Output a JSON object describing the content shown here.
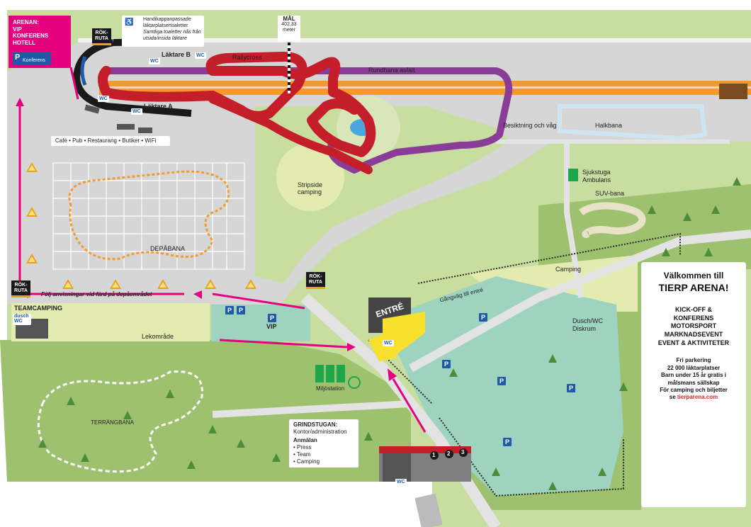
{
  "labels": {
    "arena": [
      "ARENAN:",
      "VIP",
      "KONFERENS",
      "HOTELL"
    ],
    "parking_konferens": "Konferens",
    "rokruta": [
      "RÖK-",
      "RUTA"
    ],
    "handikapp": [
      "Handikappanpassade",
      "läktarplatsertoaletter",
      "Samtliga toaletter nås från",
      "utsida/insida läktare"
    ],
    "laktare_b": "Läktare B",
    "laktare_a": "Läktare A",
    "wc": "WC",
    "cafe": "Café • Pub • Restaurang • Butiker • WiFi",
    "mal": [
      "MÅL",
      "402,33",
      "meter"
    ],
    "rallycross": "Rallycross",
    "rundbana": "Rundbana asfalt",
    "besiktning": "Besiktning och våg",
    "halkbana": "Halkbana",
    "sjukstuga": [
      "Sjukstuga",
      "Ambulans"
    ],
    "suv": "SUV-bana",
    "stripside": [
      "Stripside",
      "camping"
    ],
    "depabana": "DEPÅBANA",
    "folj": "Följ anvisningar vid färd på depåområdet",
    "teamcamping": "TEAMCAMPING",
    "dusch": [
      "dusch",
      "WC"
    ],
    "lekomrade": "Lekområde",
    "vip": "VIP",
    "entre": "ENTRÉ",
    "gangvag": "Gångväg till entré",
    "camping": "Camping",
    "dusch_diskrum": [
      "Dusch/WC",
      "Diskrum"
    ],
    "miljostation": "Miljöstation",
    "terrangbana": "TERRÄNGBANA",
    "grindstugan": [
      "GRINDSTUGAN:",
      "Kontor/administration"
    ],
    "anmalan": "Anmälan",
    "anmalan_items": [
      "• Press",
      "• Team",
      "• Camping"
    ],
    "gates": [
      "1",
      "2",
      "3"
    ],
    "p": "P"
  },
  "welcome": {
    "title1": "Välkommen till",
    "title2": "TIERP ARENA!",
    "events": [
      "KICK-OFF &",
      "KONFERENS",
      "MOTORSPORT",
      "MARKNADSEVENT",
      "EVENT & AKTIVITETER"
    ],
    "info": [
      "Fri parkering",
      "22 000 läktarplatser",
      "Barn under 15 år gratis i",
      "målsmans sällskap",
      "För camping och biljetter",
      "se"
    ],
    "link": "tierparena.com"
  },
  "colors": {
    "grass": "#c8dea0",
    "grass_dark": "#9dc16e",
    "asphalt": "#d6d6d6",
    "road": "#e3e3e3",
    "parking_area": "#9ed3c0",
    "track_orange": "#f39a2c",
    "rallycross_red": "#c41e2a",
    "oval_purple": "#8a3d97",
    "halkbana_blue": "#cfe5f2",
    "accent_pink": "#e5007e",
    "parking_blue": "#1f5aa6",
    "warning_yellow": "#e8a21c",
    "link_red": "#e2231a"
  }
}
